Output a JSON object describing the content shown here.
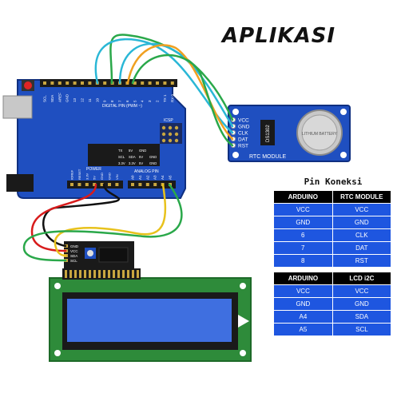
{
  "title": "APLIKASI",
  "arduino": {
    "digital_pins": [
      "SCL",
      "SDA",
      "AREF",
      "GND",
      "13",
      "12",
      "11",
      "10",
      "9",
      "8",
      "7",
      "6",
      "5",
      "4",
      "3",
      "2",
      "TX 1",
      "RX 0"
    ],
    "digital_label": "DIGITAL PIN (PWM ~)",
    "icsp_label": "ICSP",
    "power_label": "POWER",
    "power_pins": [
      "IOREF",
      "RESET",
      "3.3V",
      "5V",
      "GND",
      "GND",
      "VIN"
    ],
    "analog_label": "ANALOG PIN",
    "analog_pins": [
      "A0",
      "A1",
      "A2",
      "A3",
      "A4",
      "A5"
    ],
    "icsp_rows": [
      [
        "TX",
        "5V",
        "GND"
      ],
      [
        "SCL",
        "SDA",
        "5V",
        "GND"
      ],
      [
        "3.3V",
        "3.3V",
        "5V",
        "GND"
      ]
    ]
  },
  "rtc": {
    "pins": [
      "VCC",
      "GND",
      "CLK",
      "DAT",
      "RST"
    ],
    "chip": "DS1302",
    "battery": "LITHIUM BATTERY",
    "label": "RTC MODULE"
  },
  "i2c_backpack": {
    "pins": [
      "GND",
      "VCC",
      "SDA",
      "SCL"
    ]
  },
  "pin_koneksi": {
    "title": "Pin Koneksi",
    "rtc_table": {
      "headers": [
        "ARDUINO",
        "RTC MODULE"
      ],
      "rows": [
        [
          "VCC",
          "VCC"
        ],
        [
          "GND",
          "GND"
        ],
        [
          "6",
          "CLK"
        ],
        [
          "7",
          "DAT"
        ],
        [
          "8",
          "RST"
        ]
      ]
    },
    "lcd_table": {
      "headers": [
        "ARDUINO",
        "LCD i2C"
      ],
      "rows": [
        [
          "VCC",
          "VCC"
        ],
        [
          "GND",
          "GND"
        ],
        [
          "A4",
          "SDA"
        ],
        [
          "A5",
          "SCL"
        ]
      ]
    }
  },
  "colors": {
    "board_blue": "#1f4fc0",
    "lcd_green": "#2e8b3a",
    "lcd_screen": "#3f6fe0",
    "wire_red": "#d81c1c",
    "wire_black": "#111111",
    "wire_yellow": "#e8c21c",
    "wire_green": "#2aa84a",
    "wire_cyan": "#2ab7d6",
    "wire_orange": "#f0a020",
    "table_header": "#000000",
    "table_cell": "#1e56e0"
  }
}
